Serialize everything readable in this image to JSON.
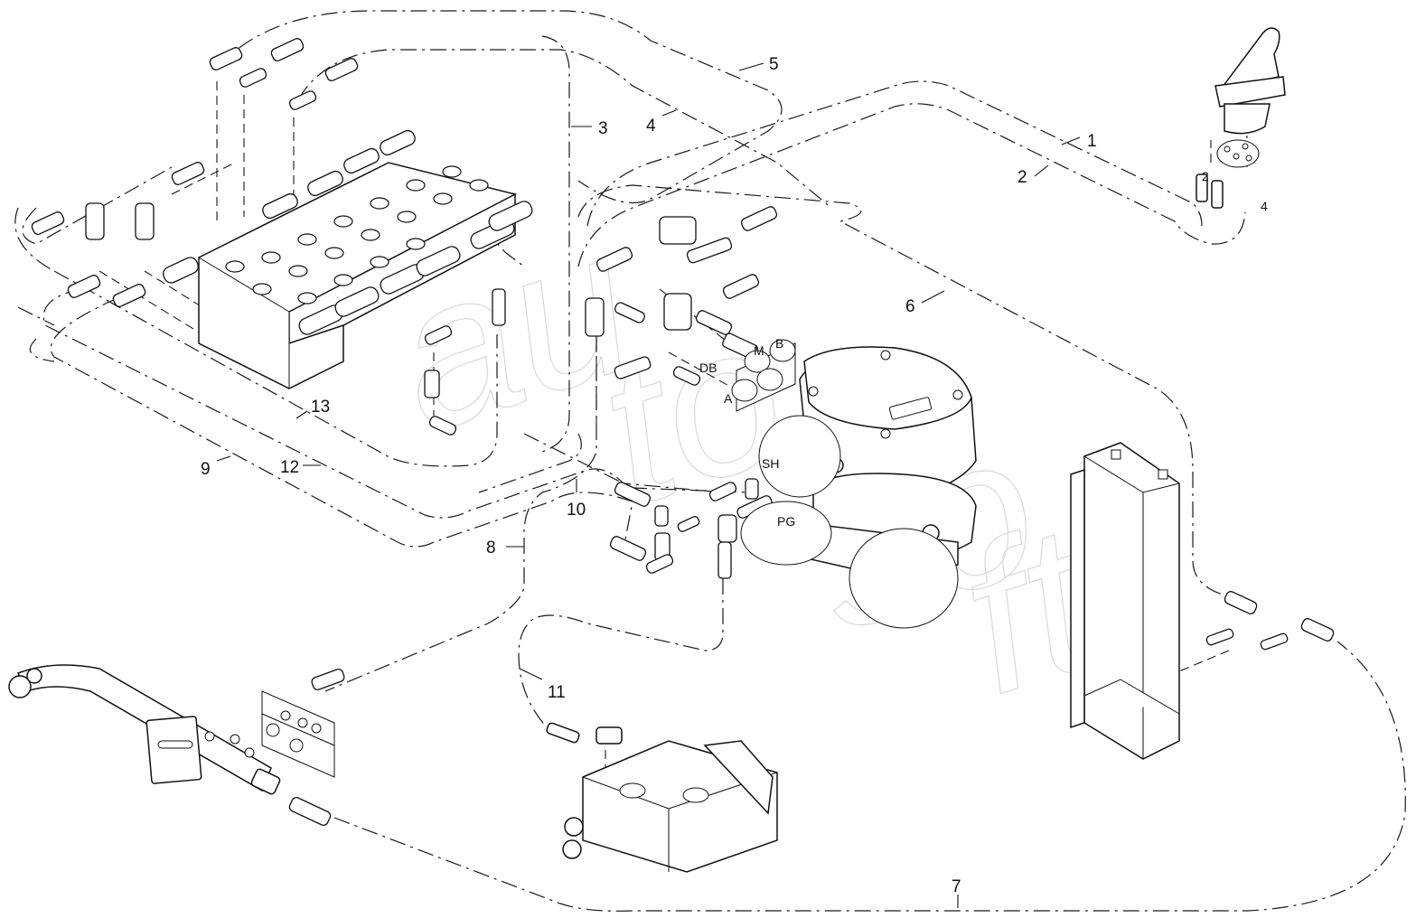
{
  "diagram": {
    "type": "exploded hydraulic parts diagram",
    "watermark": "autosoft",
    "callouts": [
      {
        "id": "1",
        "label": "1"
      },
      {
        "id": "2",
        "label": "2"
      },
      {
        "id": "3",
        "label": "3"
      },
      {
        "id": "4",
        "label": "4"
      },
      {
        "id": "5",
        "label": "5"
      },
      {
        "id": "6",
        "label": "6"
      },
      {
        "id": "7",
        "label": "7"
      },
      {
        "id": "8",
        "label": "8"
      },
      {
        "id": "9",
        "label": "9"
      },
      {
        "id": "10",
        "label": "10"
      },
      {
        "id": "11",
        "label": "11"
      },
      {
        "id": "12",
        "label": "12"
      },
      {
        "id": "13",
        "label": "13"
      }
    ],
    "joystick_ports": [
      {
        "label": "2"
      },
      {
        "label": "4"
      }
    ],
    "swing_motor_ports": [
      {
        "label": "M"
      },
      {
        "label": "B"
      },
      {
        "label": "DB"
      },
      {
        "label": "A"
      },
      {
        "label": "SH"
      },
      {
        "label": "PG"
      }
    ],
    "components": [
      {
        "name": "control-valve-block"
      },
      {
        "name": "pilot-joystick"
      },
      {
        "name": "swing-motor"
      },
      {
        "name": "oil-cooler"
      },
      {
        "name": "hydraulic-pump"
      },
      {
        "name": "return-manifold-pipe"
      },
      {
        "name": "gasket-kit"
      }
    ]
  }
}
